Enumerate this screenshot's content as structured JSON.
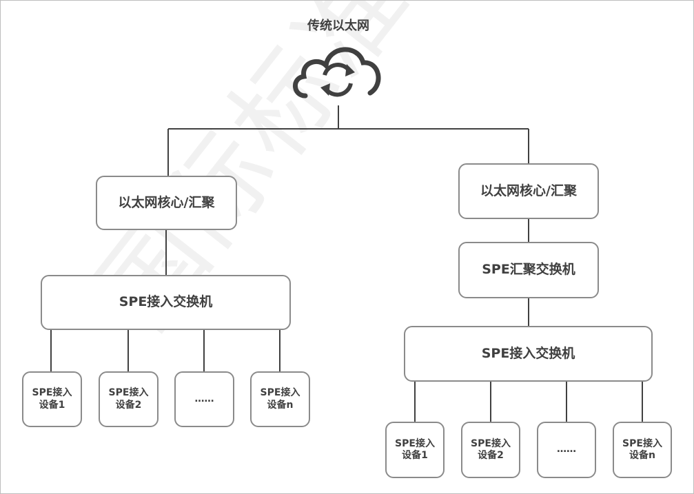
{
  "cloud": {
    "label": "传统以太网",
    "icon": "cloud-sync-icon"
  },
  "left_branch": {
    "core": "以太网核心/汇聚",
    "access_switch": "SPE接入交换机",
    "devices": [
      {
        "line1": "SPE接入",
        "line2": "设备1"
      },
      {
        "line1": "SPE接入",
        "line2": "设备2"
      },
      {
        "line1": "……",
        "line2": ""
      },
      {
        "line1": "SPE接入",
        "line2": "设备n"
      }
    ]
  },
  "right_branch": {
    "core": "以太网核心/汇聚",
    "aggregation_switch": "SPE汇聚交换机",
    "access_switch": "SPE接入交换机",
    "devices": [
      {
        "line1": "SPE接入",
        "line2": "设备1"
      },
      {
        "line1": "SPE接入",
        "line2": "设备2"
      },
      {
        "line1": "……",
        "line2": ""
      },
      {
        "line1": "SPE接入",
        "line2": "设备n"
      }
    ]
  },
  "watermark": "国际标准信息",
  "colors": {
    "border": "#8a8a8a",
    "text": "#404040",
    "line": "#404040"
  }
}
